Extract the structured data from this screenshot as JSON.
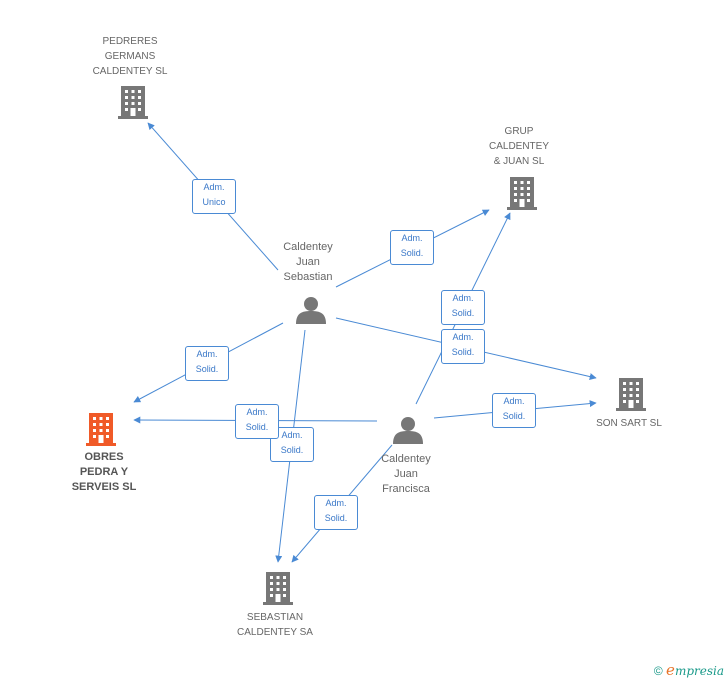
{
  "colors": {
    "edge": "#4a8ad4",
    "company": "#777777",
    "focus_company": "#f05a28",
    "person": "#777777"
  },
  "nodes": {
    "pedreres": {
      "type": "company",
      "lines": [
        "PEDRERES",
        "GERMANS",
        "CALDENTEY SL"
      ]
    },
    "grup": {
      "type": "company",
      "lines": [
        "GRUP",
        "CALDENTEY",
        "& JUAN SL"
      ]
    },
    "obres": {
      "type": "focus-company",
      "lines": [
        "OBRES",
        "PEDRA Y",
        "SERVEIS SL"
      ]
    },
    "sonsart": {
      "type": "company",
      "lines": [
        "SON SART SL"
      ]
    },
    "sebastian_sa": {
      "type": "company",
      "lines": [
        "SEBASTIAN",
        "CALDENTEY SA"
      ]
    },
    "juan_sebastian": {
      "type": "person",
      "lines": [
        "Caldentey",
        "Juan",
        "Sebastian"
      ]
    },
    "juan_francisca": {
      "type": "person",
      "lines": [
        "Caldentey",
        "Juan",
        "Francisca"
      ]
    }
  },
  "edges": [
    {
      "from": "juan_sebastian",
      "to": "pedreres",
      "lines": [
        "Adm.",
        "Unico"
      ]
    },
    {
      "from": "juan_sebastian",
      "to": "grup",
      "lines": [
        "Adm.",
        "Solid."
      ]
    },
    {
      "from": "juan_sebastian",
      "to": "obres",
      "lines": [
        "Adm.",
        "Solid."
      ]
    },
    {
      "from": "juan_sebastian",
      "to": "sonsart",
      "lines": [
        "Adm.",
        "Solid."
      ]
    },
    {
      "from": "juan_sebastian",
      "to": "sebastian_sa",
      "lines": [
        "Adm.",
        "Solid."
      ]
    },
    {
      "from": "juan_francisca",
      "to": "grup",
      "lines": [
        "Adm.",
        "Solid."
      ]
    },
    {
      "from": "juan_francisca",
      "to": "obres",
      "lines": [
        "Adm.",
        "Solid."
      ]
    },
    {
      "from": "juan_francisca",
      "to": "sonsart",
      "lines": [
        "Adm.",
        "Solid."
      ]
    },
    {
      "from": "juan_francisca",
      "to": "sebastian_sa",
      "lines": [
        "Adm.",
        "Solid."
      ]
    }
  ],
  "footer": {
    "copyright": "©",
    "brand_e": "e",
    "brand_rest": "mpresia"
  }
}
